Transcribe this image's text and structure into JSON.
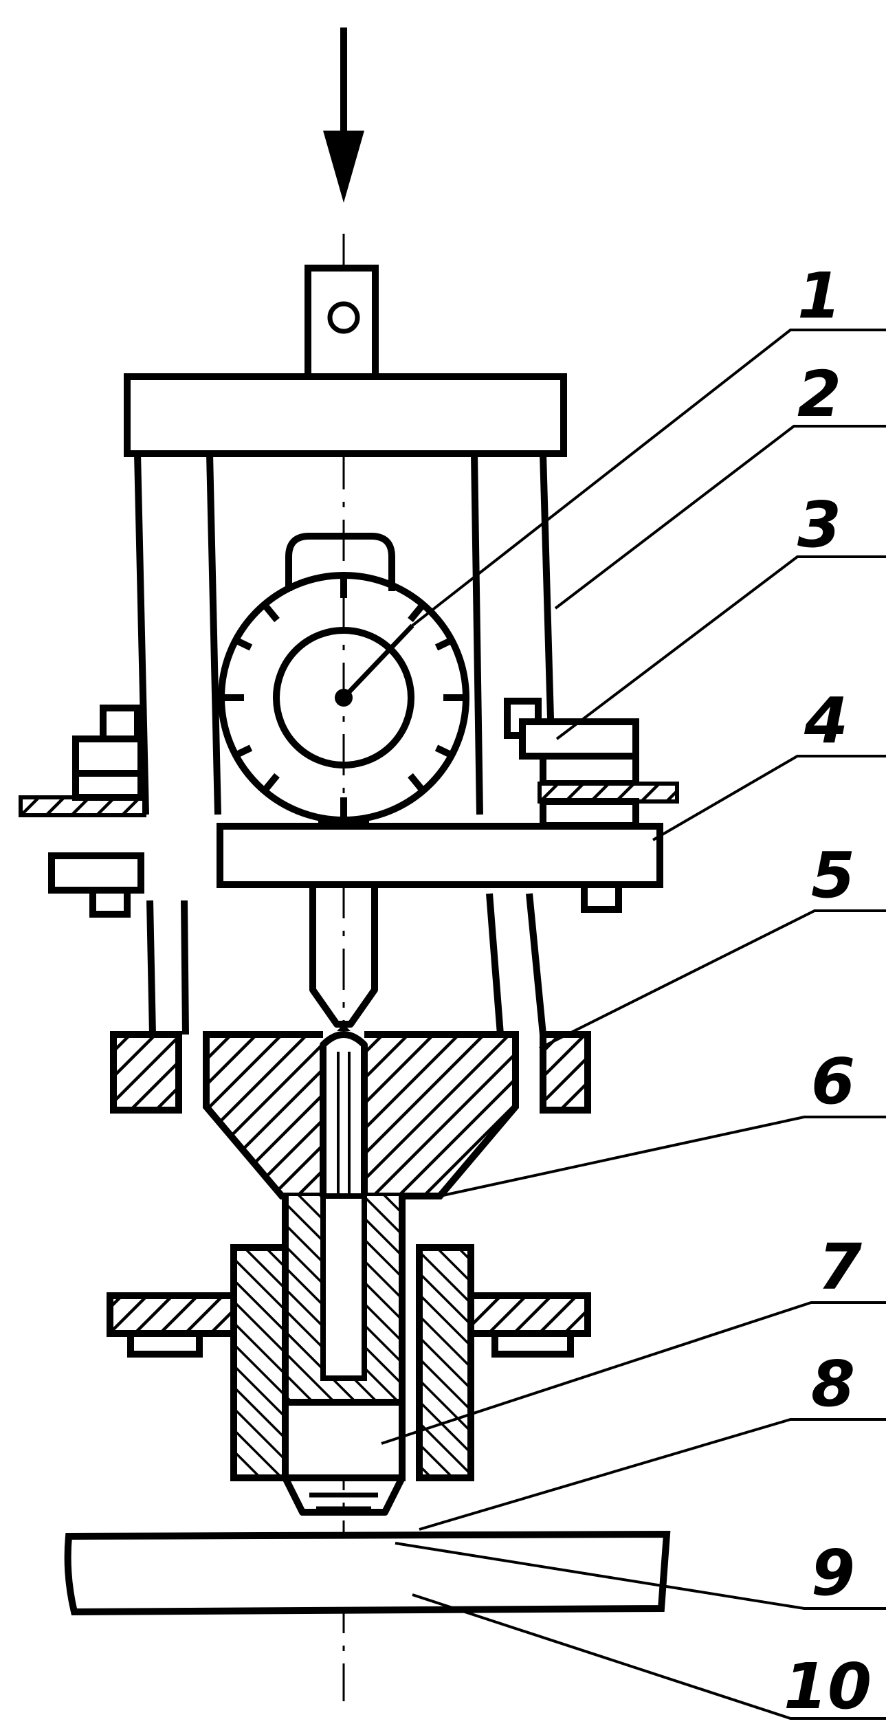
{
  "diagram": {
    "labels": [
      {
        "id": "1",
        "text": "1"
      },
      {
        "id": "2",
        "text": "2"
      },
      {
        "id": "3",
        "text": "3"
      },
      {
        "id": "4",
        "text": "4"
      },
      {
        "id": "5",
        "text": "5"
      },
      {
        "id": "6",
        "text": "6"
      },
      {
        "id": "7",
        "text": "7"
      },
      {
        "id": "8",
        "text": "8"
      },
      {
        "id": "9",
        "text": "9"
      },
      {
        "id": "10",
        "text": "10"
      }
    ],
    "colors": {
      "ink": "#000000",
      "paper": "#ffffff"
    }
  }
}
